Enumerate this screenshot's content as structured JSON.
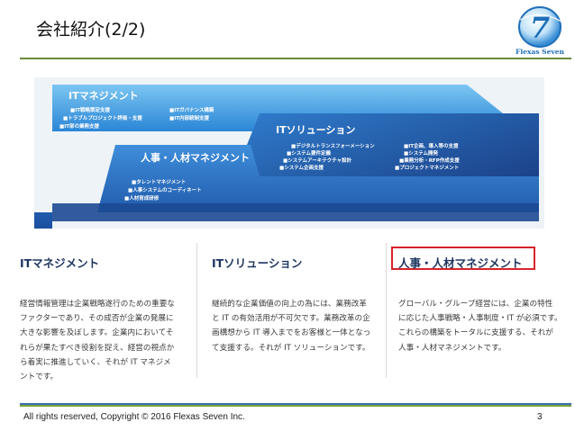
{
  "slide": {
    "title": "会社紹介(2/2)",
    "footer": "All rights reserved, Copyright © 2016 Flexas Seven Inc.",
    "page_number": "3"
  },
  "logo": {
    "mark": "7",
    "name": "Flexas Seven",
    "colors": {
      "primary": "#1f6fb8",
      "accent": "#5fb3e8"
    }
  },
  "diagram": {
    "it_management": {
      "label": "ITマネジメント",
      "items": [
        "IT戦略策定支援",
        "ITガバナンス構築",
        "トラブルプロジェクト評価・支援",
        "IT内部統制支援",
        "IT部の業務支援"
      ]
    },
    "it_solution": {
      "label": "ITソリューション",
      "items": [
        "デジタルトランスフォーメーション",
        "システム要件定義",
        "システムアーキテクチャ設計",
        "システム企画支援",
        "IT企画、導入等の支援",
        "システム開発",
        "業務分析・RFP作成支援",
        "プロジェクトマネジメント"
      ]
    },
    "hr_management": {
      "label": "人事・人材マネジメント",
      "items": [
        "タレントマネジメント",
        "人事システムのコーディネート",
        "人材育成研修"
      ]
    },
    "colors": {
      "band_light": "#4aa8e8",
      "band_mid": "#2b7fd0",
      "band_dark": "#1a4fa0",
      "band_deep": "#17357a"
    }
  },
  "columns": [
    {
      "heading": "ITマネジメント",
      "lines": [
        "経営情報管理は企業戦略遂行のための重要な",
        "ファクターであり、その成否が企業の発展に",
        "大きな影響を及ぼします。企業内においてそ",
        "れらが果たすべき役割を捉え、経営の視点か",
        "ら着実に推進していく、それが IT マネジメ",
        "ントです。"
      ]
    },
    {
      "heading": "ITソリューション",
      "lines": [
        "継続的な企業価値の向上の為には、業務改革",
        "と IT の有効活用が不可欠です。業務改革の企",
        "画構想から IT 導入までをお客様と一体となっ",
        "て支援する。それが IT ソリューションです。"
      ]
    },
    {
      "heading": "人事・人材マネジメント",
      "highlight_color": "#d8232a",
      "lines": [
        "グローバル・グループ経営には、企業の特性",
        "に応じた人事戦略・人事制度・IT が必須です。",
        "これらの構築をトータルに支援する、それが",
        "人事・人材マネジメントです。"
      ]
    }
  ]
}
